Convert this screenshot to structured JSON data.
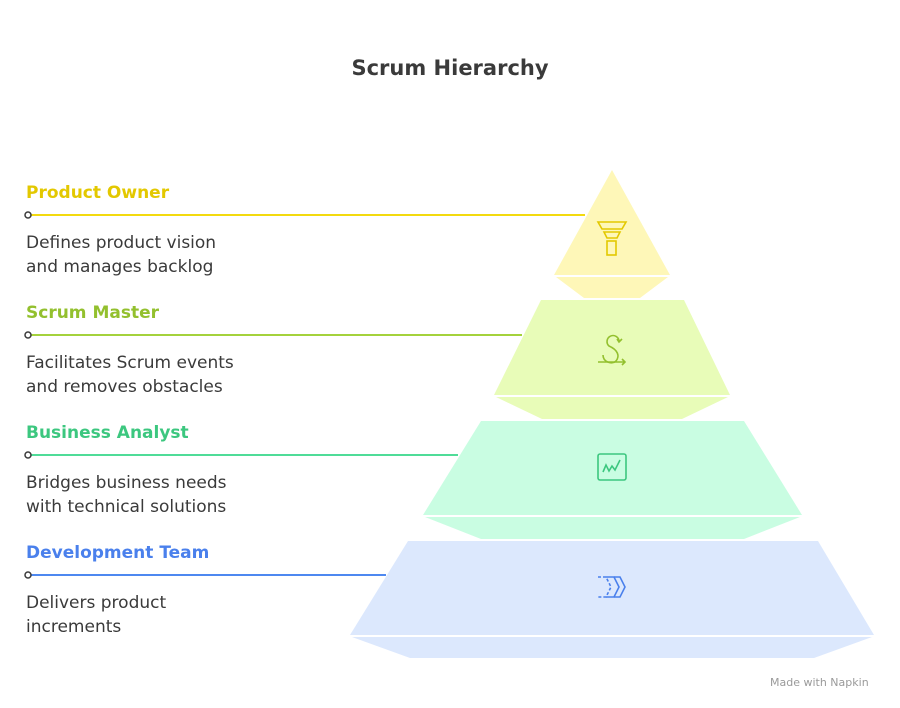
{
  "title": "Scrum Hierarchy",
  "levels": [
    {
      "label": "Product Owner",
      "desc1": "Defines product vision",
      "desc2": "and manages backlog",
      "icon": "funnel-icon",
      "color": "#e3c800",
      "line": "#f3da0f",
      "fill": "#fef7b8"
    },
    {
      "label": "Scrum Master",
      "desc1": "Facilitates Scrum events",
      "desc2": "and removes obstacles",
      "icon": "scrum-cycle-icon",
      "color": "#93c02e",
      "line": "#a4d23c",
      "fill": "#e8fcb8"
    },
    {
      "label": "Business Analyst",
      "desc1": "Bridges business needs",
      "desc2": "with technical solutions",
      "icon": "chart-icon",
      "color": "#3cc77f",
      "line": "#4fdc98",
      "fill": "#c9fde2"
    },
    {
      "label": "Development Team",
      "desc1": "Delivers product",
      "desc2": "increments",
      "icon": "double-chevron-icon",
      "color": "#4a80ec",
      "line": "#4e88f0",
      "fill": "#dce8fd"
    }
  ],
  "footer": "Made with Napkin"
}
